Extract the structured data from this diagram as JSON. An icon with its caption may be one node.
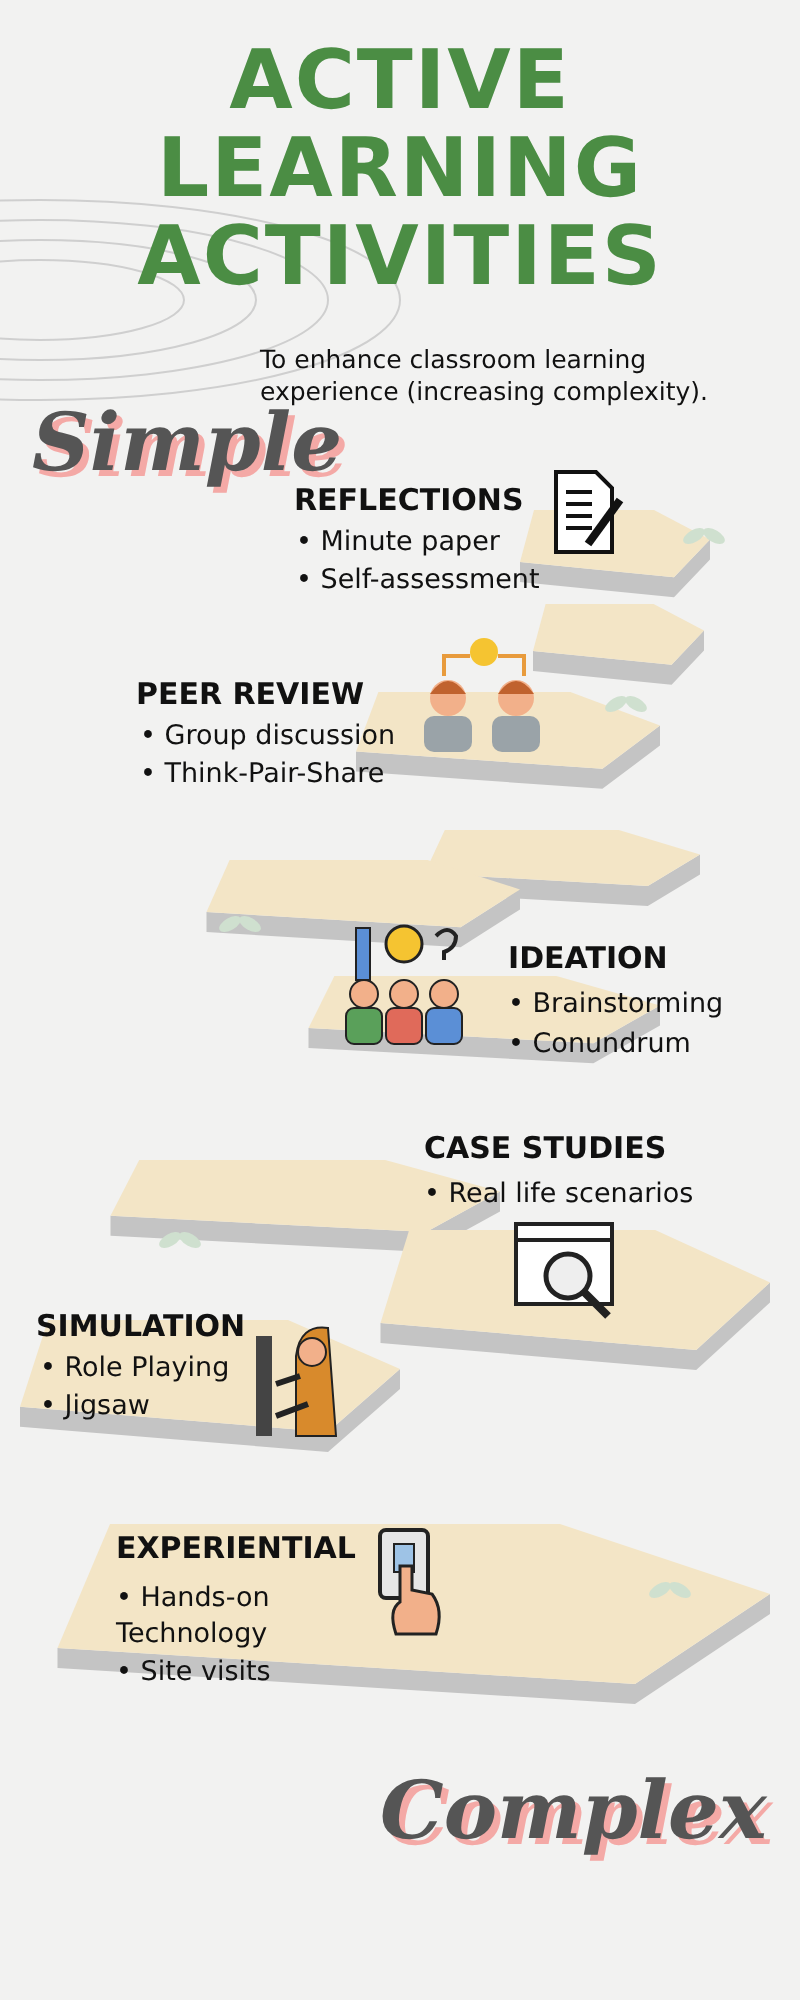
{
  "diagram": {
    "title": "ACTIVE LEARNING ACTIVITIES",
    "labels": [
      "To enhance classroom learning experience (increasing complexity).",
      "Simple",
      "REFLECTIONS",
      "• Minute paper",
      "• Self-assessment",
      "PEER REVIEW",
      "• Group discussion",
      "• Think-Pair-Share",
      "IDEATION",
      "• Brainstorming",
      "• Conundrum",
      "CASE STUDIES",
      "• Real life scenarios",
      "SIMULATION",
      "• Role Playing",
      "• Jigsaw",
      "EXPERIENTIAL",
      "• Hands-on Technology",
      "• Site visits",
      "Complex"
    ]
  }
}
